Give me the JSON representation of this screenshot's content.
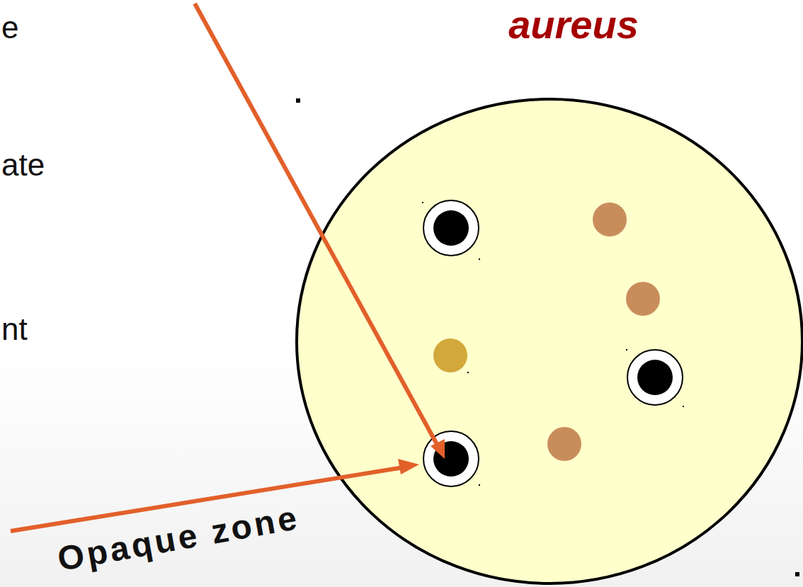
{
  "diagram": {
    "title": "aureus",
    "labels": [
      "e",
      "ate",
      "nt",
      "Opaque zone"
    ]
  }
}
